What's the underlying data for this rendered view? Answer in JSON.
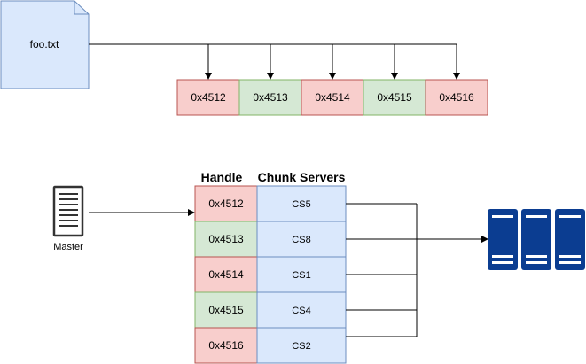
{
  "file": {
    "name": "foo.txt"
  },
  "chunks": [
    "0x4512",
    "0x4513",
    "0x4514",
    "0x4515",
    "0x4516"
  ],
  "table": {
    "handle_header": "Handle",
    "servers_header": "Chunk Servers",
    "rows": [
      {
        "handle": "0x4512",
        "server": "CS5"
      },
      {
        "handle": "0x4513",
        "server": "CS8"
      },
      {
        "handle": "0x4514",
        "server": "CS1"
      },
      {
        "handle": "0x4515",
        "server": "CS4"
      },
      {
        "handle": "0x4516",
        "server": "CS2"
      }
    ]
  },
  "master": {
    "label": "Master"
  },
  "colors": {
    "red_fill": "#f8cecc",
    "red_stroke": "#b85450",
    "green_fill": "#d5e8d4",
    "green_stroke": "#82b366",
    "blue_fill": "#dae8fc",
    "blue_stroke": "#6c8ebf",
    "server_rack": "#0b3d91"
  }
}
